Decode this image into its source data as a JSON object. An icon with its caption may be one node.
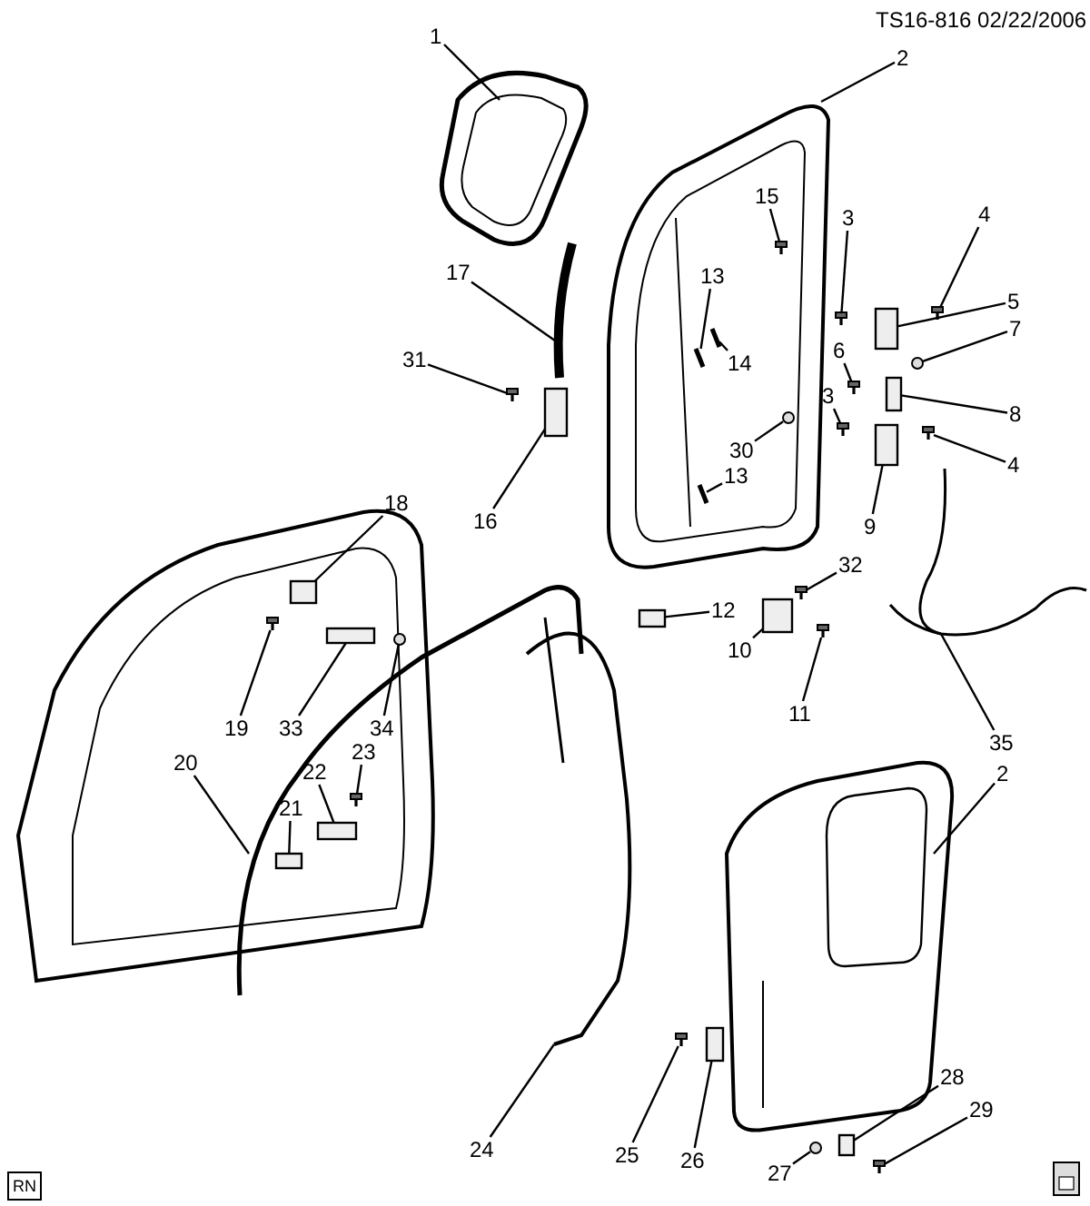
{
  "diagram": {
    "nodes": [
      {
        "text": [
          "1"
        ]
      },
      {
        "text": [
          "2"
        ]
      },
      {
        "text": [
          "15"
        ],
        "in": 41
      },
      {
        "text": [
          "4"
        ]
      },
      {
        "text": [
          "3"
        ]
      },
      {
        "text": [
          "17"
        ]
      },
      {
        "text": [
          "13"
        ],
        "in": 41
      },
      {
        "text": [
          "5"
        ]
      },
      {
        "text": [
          "7"
        ]
      },
      {
        "text": [
          "6"
        ]
      },
      {
        "text": [
          "14"
        ],
        "in": 41
      },
      {
        "text": [
          "31"
        ]
      },
      {
        "text": [
          "3"
        ]
      },
      {
        "text": [
          "8"
        ]
      },
      {
        "text": [
          "30"
        ],
        "in": 41
      },
      {
        "text": [
          "13"
        ],
        "in": 41
      },
      {
        "text": [
          "4"
        ]
      },
      {
        "text": [
          "18"
        ]
      },
      {
        "text": [
          "16"
        ]
      },
      {
        "text": [
          "9"
        ]
      },
      {
        "text": [
          "32"
        ]
      },
      {
        "text": [
          "12"
        ]
      },
      {
        "text": [
          "10"
        ]
      },
      {
        "text": [
          "11"
        ]
      },
      {
        "text": [
          "19"
        ],
        "in": 39
      },
      {
        "text": [
          "33"
        ]
      },
      {
        "text": [
          "34"
        ]
      },
      {
        "text": [
          "35"
        ]
      },
      {
        "text": [
          "23"
        ]
      },
      {
        "text": [
          "20"
        ],
        "in": 39
      },
      {
        "text": [
          "22"
        ]
      },
      {
        "text": [
          "21"
        ]
      },
      {
        "text": [
          "2"
        ]
      },
      {
        "text": [
          "28"
        ]
      },
      {
        "text": [
          "29"
        ]
      },
      {
        "text": [
          "24"
        ]
      },
      {
        "text": [
          "25"
        ]
      },
      {
        "text": [
          "26"
        ]
      },
      {
        "text": [
          "27"
        ]
      },
      {
        "text": [],
        "shape": "picture"
      },
      {
        "text": [],
        "shape": "picture"
      },
      {
        "text": [],
        "shape": "picture"
      },
      {
        "text": [],
        "shape": "picture",
        "in": 41
      },
      {
        "text": [],
        "shape": "picture"
      },
      {
        "text": [],
        "shape": "picture"
      },
      {
        "text": [],
        "shape": "picture"
      },
      {
        "text": [],
        "shape": "picture",
        "in": 41
      },
      {
        "text": [],
        "shape": "box"
      },
      {
        "text": [],
        "shape": "circle"
      },
      {
        "text": [],
        "shape": "picture"
      },
      {
        "text": [],
        "shape": "picture",
        "in": 41
      },
      {
        "text": [],
        "shape": "picture"
      },
      {
        "text": [],
        "shape": "picture"
      },
      {
        "text": [],
        "shape": "box"
      },
      {
        "text": [],
        "shape": "circle",
        "in": 41
      },
      {
        "text": [],
        "shape": "picture",
        "in": 41
      },
      {
        "text": [],
        "shape": "picture"
      },
      {
        "text": [],
        "shape": "box",
        "in": 39
      },
      {
        "text": [],
        "shape": "box"
      },
      {
        "text": [],
        "shape": "box"
      },
      {
        "text": [],
        "shape": "picture"
      },
      {
        "text": [],
        "shape": "box"
      },
      {
        "text": [],
        "shape": "box"
      },
      {
        "text": [],
        "shape": "picture"
      },
      {
        "text": [],
        "shape": "picture"
      },
      {
        "text": [],
        "shape": "box"
      },
      {
        "text": [],
        "shape": "circle"
      },
      {
        "text": [],
        "shape": "picture"
      },
      {
        "text": [],
        "shape": "picture"
      },
      {
        "text": [],
        "shape": "picture"
      },
      {
        "text": [],
        "shape": "box"
      },
      {
        "text": [],
        "shape": "box"
      },
      {
        "text": [],
        "shape": "picture"
      },
      {
        "text": [],
        "shape": "box"
      },
      {
        "text": [],
        "shape": "picture"
      },
      {
        "text": [],
        "shape": "picture"
      },
      {
        "text": [],
        "shape": "picture"
      },
      {
        "text": [],
        "shape": "box"
      },
      {
        "text": [],
        "shape": "circle"
      }
    ],
    "edges": [
      {
        "from": 0,
        "to": 40,
        "arrow": "none"
      },
      {
        "from": 1,
        "to": 41,
        "arrow": "none"
      },
      {
        "from": 2,
        "to": 42,
        "arrow": "none"
      },
      {
        "from": 3,
        "to": 43,
        "arrow": "none"
      },
      {
        "from": 4,
        "to": 44,
        "arrow": "none"
      },
      {
        "from": 5,
        "to": 45,
        "arrow": "none"
      },
      {
        "from": 6,
        "to": 46,
        "arrow": "none"
      },
      {
        "from": 7,
        "to": 47,
        "arrow": "none"
      },
      {
        "from": 8,
        "to": 48,
        "arrow": "none"
      },
      {
        "from": 9,
        "to": 49,
        "arrow": "none"
      },
      {
        "from": 10,
        "to": 50,
        "arrow": "none"
      },
      {
        "from": 11,
        "to": 51,
        "arrow": "none"
      },
      {
        "from": 12,
        "to": 52,
        "arrow": "none"
      },
      {
        "from": 13,
        "to": 53,
        "arrow": "none"
      },
      {
        "from": 14,
        "to": 54,
        "arrow": "none"
      },
      {
        "from": 15,
        "to": 55,
        "arrow": "none"
      },
      {
        "from": 16,
        "to": 56,
        "arrow": "none"
      },
      {
        "from": 17,
        "to": 57,
        "arrow": "none"
      },
      {
        "from": 18,
        "to": 58,
        "arrow": "none"
      },
      {
        "from": 19,
        "to": 59,
        "arrow": "none"
      },
      {
        "from": 20,
        "to": 60,
        "arrow": "none"
      },
      {
        "from": 21,
        "to": 61,
        "arrow": "none"
      },
      {
        "from": 22,
        "to": 62,
        "arrow": "none"
      },
      {
        "from": 23,
        "to": 63,
        "arrow": "none"
      },
      {
        "from": 24,
        "to": 64,
        "arrow": "none"
      },
      {
        "from": 25,
        "to": 65,
        "arrow": "none"
      },
      {
        "from": 26,
        "to": 66,
        "arrow": "none"
      },
      {
        "from": 27,
        "to": 67,
        "arrow": "none"
      },
      {
        "from": 28,
        "to": 68,
        "arrow": "none"
      },
      {
        "from": 29,
        "to": 69,
        "arrow": "none"
      },
      {
        "from": 30,
        "to": 70,
        "arrow": "none"
      },
      {
        "from": 31,
        "to": 71,
        "arrow": "none"
      },
      {
        "from": 32,
        "to": 72,
        "arrow": "none"
      },
      {
        "from": 33,
        "to": 73,
        "arrow": "none"
      },
      {
        "from": 34,
        "to": 74,
        "arrow": "none"
      },
      {
        "from": 35,
        "to": 75,
        "arrow": "none"
      },
      {
        "from": 36,
        "to": 76,
        "arrow": "none"
      },
      {
        "from": 37,
        "to": 77,
        "arrow": "none"
      },
      {
        "from": 38,
        "to": 78,
        "arrow": "none"
      }
    ],
    "labels": [
      "TS16-816 02/22/2006",
      "RN"
    ]
  }
}
